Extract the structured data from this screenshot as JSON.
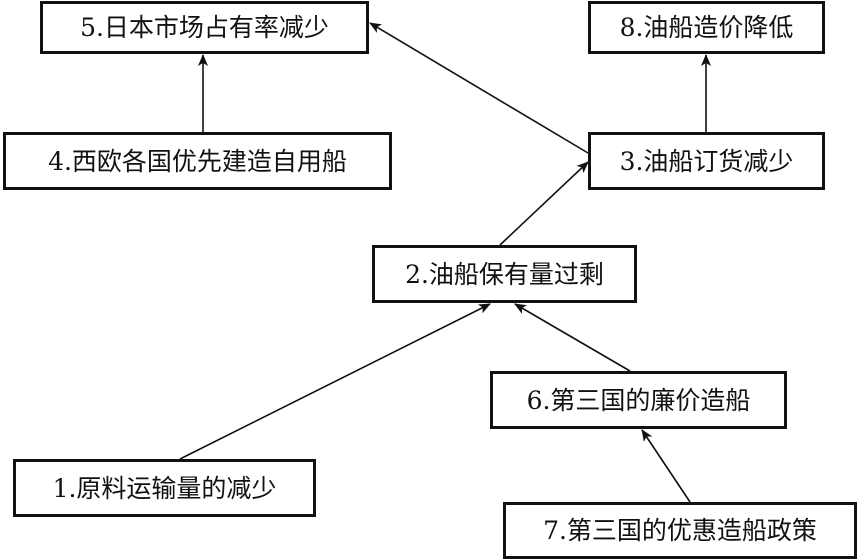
{
  "nodes": {
    "n1": "1.原料运输量的减少",
    "n2": "2.油船保有量过剩",
    "n3": "3.油船订货减少",
    "n4": "4.西欧各国优先建造自用船",
    "n5": "5.日本市场占有率减少",
    "n6": "6.第三国的廉价造船",
    "n7": "7.第三国的优惠造船政策",
    "n8": "8.油船造价降低"
  },
  "edges": [
    {
      "from": "n1",
      "to": "n2"
    },
    {
      "from": "n6",
      "to": "n2"
    },
    {
      "from": "n7",
      "to": "n6"
    },
    {
      "from": "n2",
      "to": "n3"
    },
    {
      "from": "n3",
      "to": "n5"
    },
    {
      "from": "n3",
      "to": "n8"
    },
    {
      "from": "n4",
      "to": "n5"
    }
  ],
  "colors": {
    "stroke": "#111111",
    "background": "#ffffff"
  }
}
